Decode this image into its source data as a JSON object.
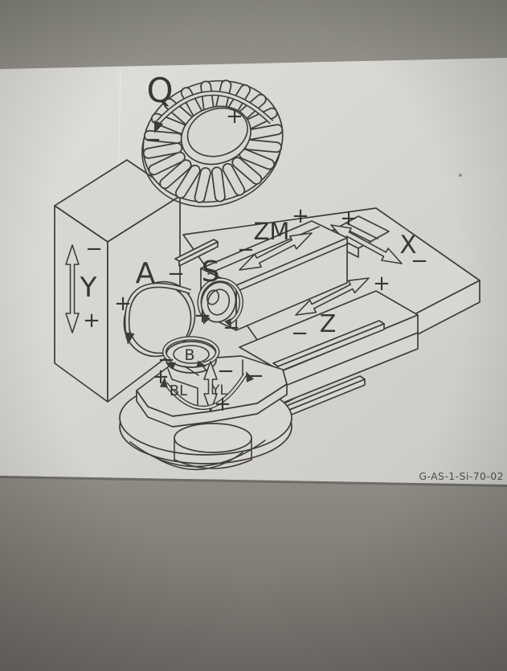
{
  "poster": {
    "code": "G-AS-1-Si-70-02"
  },
  "axes": {
    "q": {
      "label": "Q",
      "plus": "+",
      "minus": "−"
    },
    "y": {
      "label": "Y",
      "plus": "+",
      "minus": "−"
    },
    "a": {
      "label": "A",
      "plus": "+",
      "minus": "−"
    },
    "s": {
      "label": "S",
      "plus": "+",
      "minus": "−"
    },
    "zm": {
      "label": "ZM",
      "plus": "+",
      "minus": "−"
    },
    "x": {
      "label": "X",
      "plus": "+",
      "minus": "−"
    },
    "z": {
      "label": "Z",
      "plus": "+",
      "minus": "−"
    },
    "b": {
      "label": "B",
      "minus": "−"
    },
    "bl": {
      "label": "BL",
      "plus": "+",
      "minus": "−"
    },
    "yl": {
      "label": "YL",
      "plus": "+",
      "minus": "−"
    }
  }
}
